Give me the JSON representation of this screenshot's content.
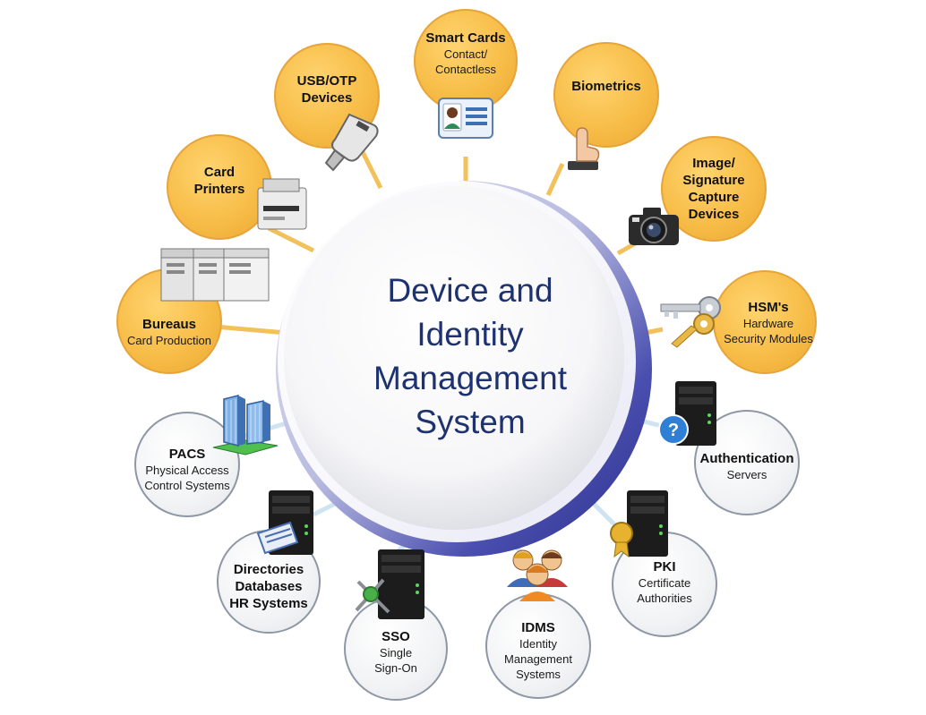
{
  "center": {
    "lines": [
      "Device and",
      "Identity",
      "Management",
      "System"
    ]
  },
  "nodes": [
    {
      "id": "smart-cards",
      "title": [
        "Smart Cards"
      ],
      "sub": [
        "Contact/",
        "Contactless"
      ],
      "color": "gold",
      "icon": "id-card-icon"
    },
    {
      "id": "biometrics",
      "title": [
        "Biometrics"
      ],
      "sub": [],
      "color": "gold",
      "icon": "fingerprint-finger-icon"
    },
    {
      "id": "image-signature",
      "title": [
        "Image/",
        "Signature",
        "Capture",
        "Devices"
      ],
      "sub": [],
      "color": "gold",
      "icon": "camera-icon"
    },
    {
      "id": "hsm",
      "title": [
        "HSM's"
      ],
      "sub": [
        "Hardware",
        "Security Modules"
      ],
      "color": "gold",
      "icon": "keys-icon"
    },
    {
      "id": "authentication",
      "title": [
        "Authentication"
      ],
      "sub": [
        "Servers"
      ],
      "color": "grey",
      "icon": "server-question-icon"
    },
    {
      "id": "pki",
      "title": [
        "PKI"
      ],
      "sub": [
        "Certificate",
        "Authorities"
      ],
      "color": "grey",
      "icon": "server-certificate-icon"
    },
    {
      "id": "idms",
      "title": [
        "IDMS"
      ],
      "sub": [
        "Identity",
        "Management",
        "Systems"
      ],
      "color": "grey",
      "icon": "people-icon"
    },
    {
      "id": "sso",
      "title": [
        "SSO"
      ],
      "sub": [
        "Single",
        "Sign-On"
      ],
      "color": "grey",
      "icon": "server-network-icon"
    },
    {
      "id": "directories",
      "title": [
        "Directories",
        "Databases",
        "HR Systems"
      ],
      "sub": [],
      "color": "grey",
      "icon": "server-database-icon"
    },
    {
      "id": "pacs",
      "title": [
        "PACS"
      ],
      "sub": [
        "Physical Access",
        "Control Systems"
      ],
      "color": "grey",
      "icon": "buildings-icon"
    },
    {
      "id": "bureaus",
      "title": [
        "Bureaus"
      ],
      "sub": [
        "Card Production"
      ],
      "color": "gold",
      "icon": "printer-bank-icon"
    },
    {
      "id": "card-printers",
      "title": [
        "Card",
        "Printers"
      ],
      "sub": [],
      "color": "gold",
      "icon": "card-printer-icon"
    },
    {
      "id": "usb-otp",
      "title": [
        "USB/OTP",
        "Devices"
      ],
      "sub": [],
      "color": "gold",
      "icon": "usb-token-icon"
    }
  ],
  "colors": {
    "gold_fill": "#f7bd48",
    "gold_connector": "#f2c15c",
    "grey_connector": "#cfe3f1",
    "ring_blue": "#3b3f9e",
    "center_text": "#1f3270"
  }
}
